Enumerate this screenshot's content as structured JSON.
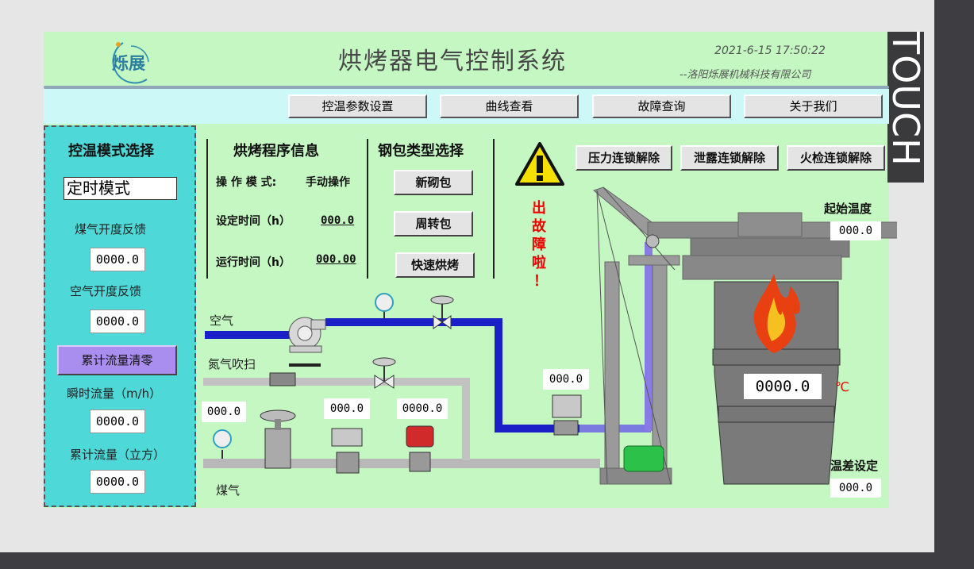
{
  "logo": {
    "text": "烁展"
  },
  "title": "烘烤器电气控制系统",
  "datetime": "2021-6-15 17:50:22",
  "company": "--洛阳烁展机械科技有限公司",
  "touch_label": "TOUCH",
  "nav": {
    "buttons": [
      "控温参数设置",
      "曲线查看",
      "故障查询",
      "关于我们"
    ]
  },
  "left_panel": {
    "title": "控温模式选择",
    "mode_value": "定时模式",
    "gas_open_label": "煤气开度反馈",
    "gas_open_value": "0000.0",
    "air_open_label": "空气开度反馈",
    "air_open_value": "0000.0",
    "reset_button": "累计流量清零",
    "instant_flow_label": "瞬时流量（m/h）",
    "instant_flow_value": "0000.0",
    "total_flow_label": "累计流量（立方）",
    "total_flow_value": "0000.0"
  },
  "program_info": {
    "title": "烘烤程序信息",
    "mode_label": "操 作 模 式:",
    "mode_value": "手动操作",
    "set_time_label": "设定时间（h）",
    "set_time_value": "000.0",
    "run_time_label": "运行时间（h）",
    "run_time_value": "000.00"
  },
  "ladle_type": {
    "title": "钢包类型选择",
    "buttons": [
      "新砌包",
      "周转包",
      "快速烘烤"
    ]
  },
  "alarm": {
    "chars": [
      "出",
      "故",
      "障",
      "啦",
      "！"
    ]
  },
  "interlocks": {
    "buttons": [
      "压力连锁解除",
      "泄露连锁解除",
      "火检连锁解除"
    ]
  },
  "process": {
    "air_label": "空气",
    "nitrogen_label": "氮气吹扫",
    "gas_label": "煤气",
    "valve_value_1": "000.0",
    "valve_value_2": "000.0",
    "flow_value": "0000.0",
    "air_valve_value": "000.0"
  },
  "right_panel": {
    "start_temp_label": "起始温度",
    "start_temp_value": "000.0",
    "ladle_temp_value": "0000.0",
    "temp_unit": "℃",
    "temp_diff_label": "温差设定",
    "temp_diff_value": "000.0"
  },
  "colors": {
    "panel": "#c4f7c2",
    "left_panel": "#4fd8d8",
    "air_pipe": "#1a1fc8",
    "gas_pipe": "#bdbdbd",
    "alarm": "#e00000"
  }
}
